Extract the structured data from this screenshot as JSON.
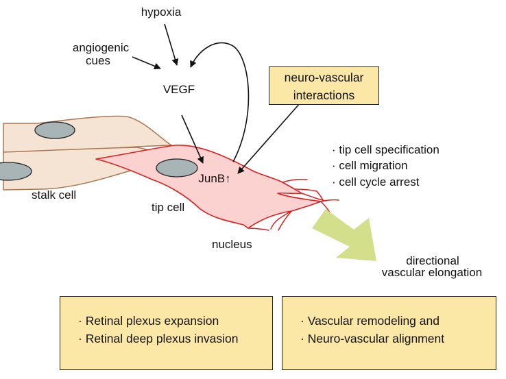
{
  "colors": {
    "stalk_fill": "#f5e3d3",
    "stalk_stroke": "#a87755",
    "tip_fill": "#fbd2d0",
    "tip_stroke": "#e31c1c",
    "nucleus_fill": "#a8b4b6",
    "box_fill": "#fbe8a6",
    "arrow_green": "#d3df8b"
  },
  "labels": {
    "hypoxia": "hypoxia",
    "angiogenic_line1": "angiogenic",
    "angiogenic_line2": "cues",
    "vegf": "VEGF",
    "junb": "JunB",
    "up_arrow_glyph": "↑",
    "stalk_cell": "stalk cell",
    "tip_cell": "tip cell",
    "nucleus": "nucleus",
    "directional_line1": "directional",
    "directional_line2": "vascular elongation"
  },
  "neuro_box": {
    "line1": "neuro-vascular",
    "line2": "interactions"
  },
  "functions": [
    "· tip cell specification",
    "· cell migration",
    "· cell cycle arrest"
  ],
  "box_left": {
    "items": [
      "· Retinal plexus expansion",
      "· Retinal deep plexus invasion"
    ]
  },
  "box_right": {
    "items": [
      "· Vascular remodeling and",
      "· Neuro-vascular alignment"
    ]
  }
}
